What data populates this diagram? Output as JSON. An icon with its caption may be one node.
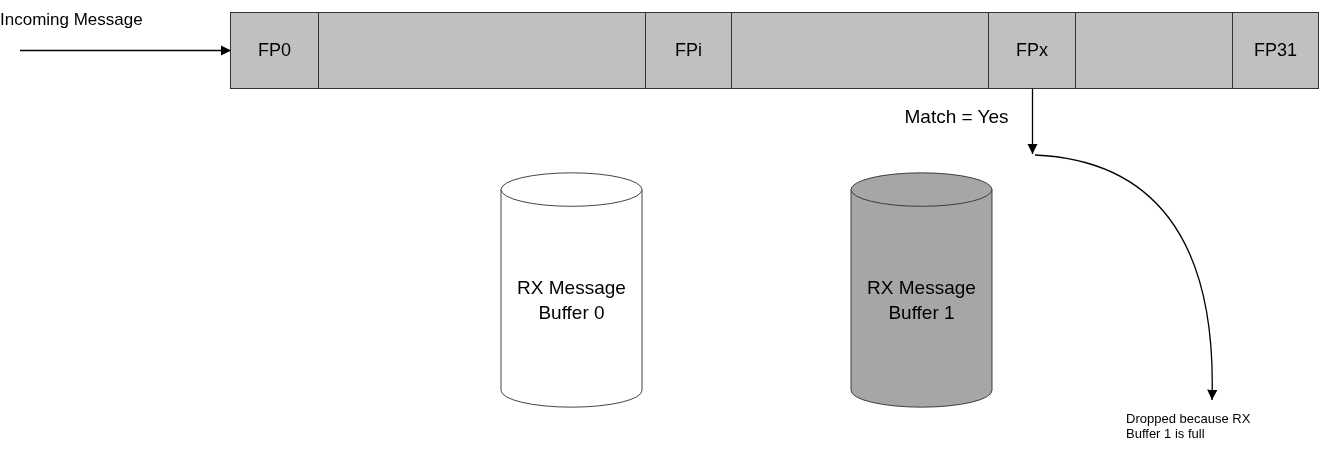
{
  "diagram": {
    "nodes": [
      {
        "text": [
          "Incoming Message"
        ]
      },
      {
        "text": [],
        "shape": "bar"
      },
      {
        "text": [
          "FP0"
        ],
        "in": 1
      },
      {
        "text": [],
        "shape": "box",
        "in": 1
      },
      {
        "text": [
          "FPi"
        ],
        "in": 1
      },
      {
        "text": [],
        "shape": "box",
        "in": 1
      },
      {
        "text": [
          "FPx"
        ],
        "in": 1
      },
      {
        "text": [],
        "shape": "box",
        "in": 1
      },
      {
        "text": [
          "FP31"
        ],
        "in": 1
      },
      {
        "text": [
          "RX Message Buffer 0"
        ]
      },
      {
        "text": [
          "RX Message Buffer 1"
        ]
      },
      {
        "text": [
          "Dropped because RX Buffer 1 is full"
        ]
      }
    ],
    "edges": [
      {
        "from": 0,
        "to": 2,
        "arrow": "to"
      },
      {
        "from": 6,
        "to": null,
        "arrow": "to",
        "label": "Match = Yes"
      },
      {
        "from": null,
        "to": 11,
        "arrow": "to"
      }
    ]
  }
}
